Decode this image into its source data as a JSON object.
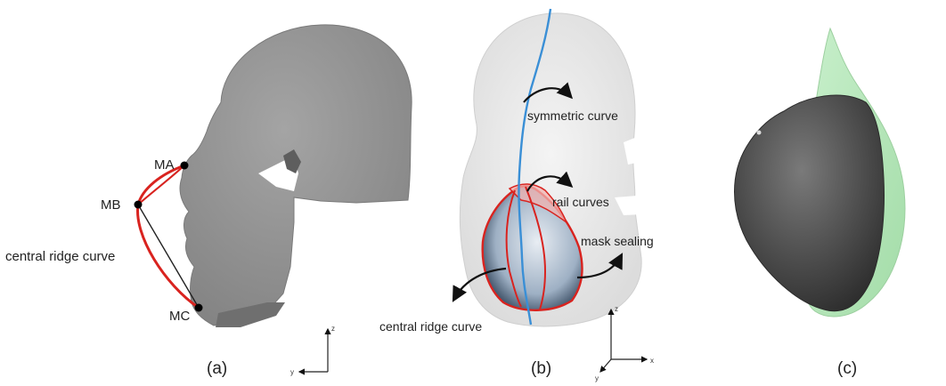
{
  "panel_a": {
    "caption": "(a)",
    "labels": {
      "ma": "MA",
      "mb": "MB",
      "mc": "MC",
      "ridge": "central ridge curve"
    },
    "axes": {
      "z": "z",
      "y": "y"
    },
    "colors": {
      "head": "#8f8f8f",
      "ridge_curve": "#d9231f"
    }
  },
  "panel_b": {
    "caption": "(b)",
    "labels": {
      "symmetric": "symmetric curve",
      "rail": "rail curves",
      "sealing": "mask sealing",
      "ridge": "central ridge curve"
    },
    "axes": {
      "z": "z",
      "y": "y",
      "x": "x"
    },
    "colors": {
      "symmetric_curve": "#3a8fd6",
      "rail_curve": "#d9231f",
      "point_cloud": "#d9d9d9"
    }
  },
  "panel_c": {
    "caption": "(c)",
    "colors": {
      "shell": "#b7e8bb",
      "cushion": "#5a5a5a"
    }
  }
}
